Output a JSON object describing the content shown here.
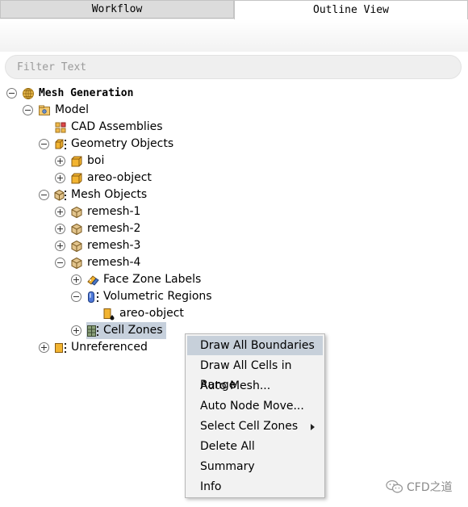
{
  "tabs": {
    "workflow": "Workflow",
    "outline": "Outline View"
  },
  "filter": {
    "placeholder": "Filter Text"
  },
  "tree": {
    "mesh_generation": "Mesh Generation",
    "model": "Model",
    "cad_assemblies": "CAD Assemblies",
    "geometry_objects": "Geometry Objects",
    "boi": "boi",
    "areo_object_geom": "areo-object",
    "mesh_objects": "Mesh Objects",
    "remesh1": "remesh-1",
    "remesh2": "remesh-2",
    "remesh3": "remesh-3",
    "remesh4": "remesh-4",
    "face_zone_labels": "Face Zone Labels",
    "volumetric_regions": "Volumetric Regions",
    "areo_object_region": "areo-object",
    "cell_zones": "Cell Zones",
    "unreferenced": "Unreferenced"
  },
  "context_menu": {
    "items": [
      "Draw All Boundaries",
      "Draw All Cells in Range",
      "Auto Mesh...",
      "Auto Node Move...",
      "Select Cell Zones",
      "Delete All",
      "Summary",
      "Info"
    ],
    "highlighted_index": 0,
    "submenu_index": 4
  },
  "watermark": {
    "text": "CFD之道"
  },
  "icons": {
    "mesh_generation": "globe-icon",
    "model": "model-folder-icon",
    "cad": "cad-assemblies-icon",
    "geometry": "geometry-objects-icon",
    "box": "box-icon",
    "mesh": "mesh-objects-icon",
    "face_zone": "face-zone-labels-icon",
    "volumetric": "volumetric-regions-icon",
    "region": "region-object-icon",
    "cell_zones": "cell-zones-icon",
    "unreferenced": "unreferenced-icon"
  }
}
